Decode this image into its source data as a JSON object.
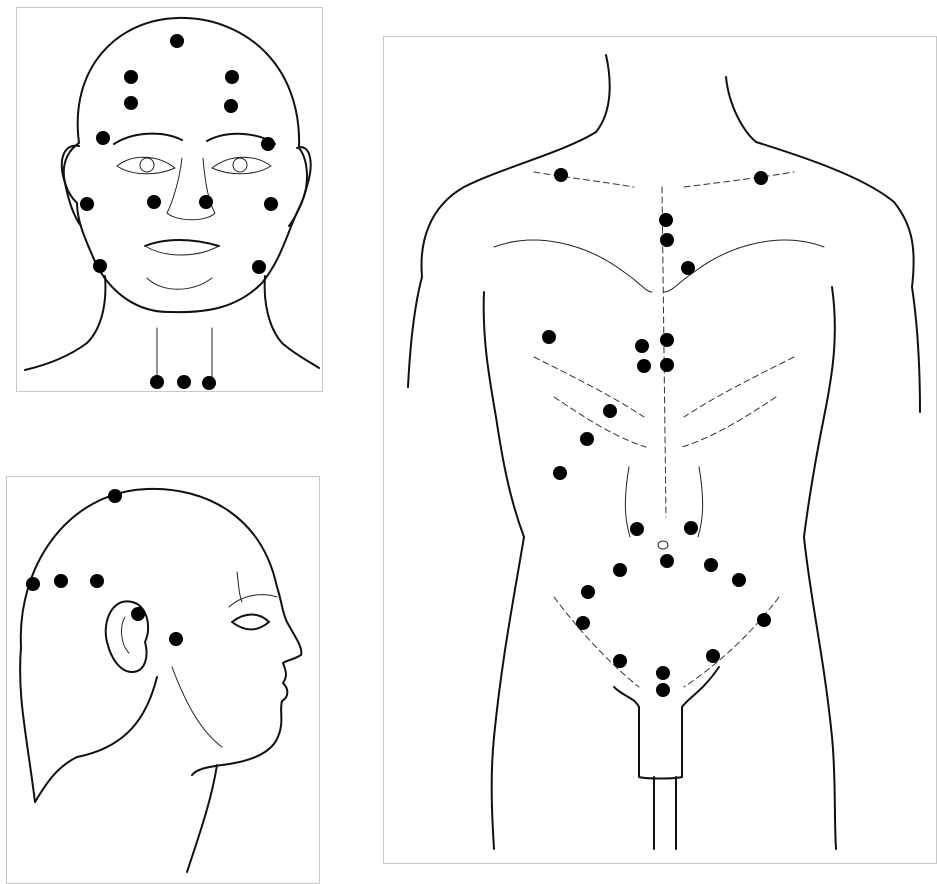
{
  "figure": {
    "panels": [
      {
        "id": "front",
        "subject": "head-front-view"
      },
      {
        "id": "side",
        "subject": "head-side-view"
      },
      {
        "id": "torso",
        "subject": "torso-front-view"
      }
    ],
    "point_color": "#000000",
    "line_color": "#111111",
    "panel_border_color": "#c9c9c9"
  }
}
